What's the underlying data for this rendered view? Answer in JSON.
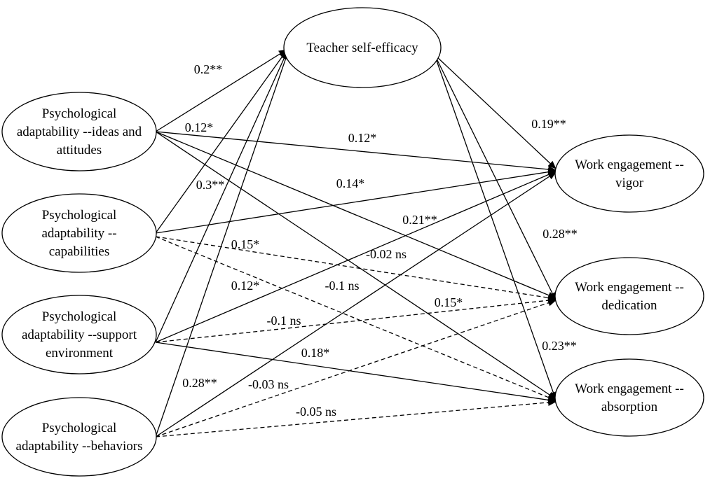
{
  "nodes": {
    "tse": {
      "lines": [
        "Teacher self-efficacy"
      ]
    },
    "pa_ia": {
      "lines": [
        "Psychological",
        "adaptability --ideas and",
        "attitudes"
      ]
    },
    "pa_cap": {
      "lines": [
        "Psychological",
        "adaptability --",
        "capabilities"
      ]
    },
    "pa_se": {
      "lines": [
        "Psychological",
        "adaptability --support",
        "environment"
      ]
    },
    "pa_beh": {
      "lines": [
        "Psychological",
        "adaptability --behaviors"
      ]
    },
    "we_v": {
      "lines": [
        "Work engagement --",
        "vigor"
      ]
    },
    "we_d": {
      "lines": [
        "Work engagement --",
        "dedication"
      ]
    },
    "we_a": {
      "lines": [
        "Work engagement --",
        "absorption"
      ]
    }
  },
  "paths": [
    {
      "id": "ia-tse",
      "from": "pa_ia",
      "to": "tse",
      "coef": "0.2**",
      "style": "solid"
    },
    {
      "id": "cap-tse",
      "from": "pa_cap",
      "to": "tse",
      "coef": "0.12*",
      "style": "solid"
    },
    {
      "id": "se-tse",
      "from": "pa_se",
      "to": "tse",
      "coef": "0.3**",
      "style": "solid"
    },
    {
      "id": "beh-tse",
      "from": "pa_beh",
      "to": "tse",
      "coef": "0.28**",
      "style": "solid"
    },
    {
      "id": "tse-v",
      "from": "tse",
      "to": "we_v",
      "coef": "0.19**",
      "style": "solid"
    },
    {
      "id": "tse-d",
      "from": "tse",
      "to": "we_d",
      "coef": "0.28**",
      "style": "solid"
    },
    {
      "id": "tse-a",
      "from": "tse",
      "to": "we_a",
      "coef": "0.23**",
      "style": "solid"
    },
    {
      "id": "ia-v",
      "from": "pa_ia",
      "to": "we_v",
      "coef": "0.12*",
      "style": "solid"
    },
    {
      "id": "ia-d",
      "from": "pa_ia",
      "to": "we_d",
      "coef": "0.21**",
      "style": "solid"
    },
    {
      "id": "ia-a",
      "from": "pa_ia",
      "to": "we_a",
      "coef": "0.15*",
      "style": "solid"
    },
    {
      "id": "cap-v",
      "from": "pa_cap",
      "to": "we_v",
      "coef": "0.14*",
      "style": "solid"
    },
    {
      "id": "cap-d",
      "from": "pa_cap",
      "to": "we_d",
      "coef": "0.15*",
      "style": "dashed"
    },
    {
      "id": "cap-a",
      "from": "pa_cap",
      "to": "we_a",
      "coef": "-0.1 ns",
      "style": "dashed"
    },
    {
      "id": "se-v",
      "from": "pa_se",
      "to": "we_v",
      "coef": "0.12*",
      "style": "solid"
    },
    {
      "id": "se-d",
      "from": "pa_se",
      "to": "we_d",
      "coef": "-0.1 ns",
      "style": "dashed"
    },
    {
      "id": "se-a",
      "from": "pa_se",
      "to": "we_a",
      "coef": "0.18*",
      "style": "solid"
    },
    {
      "id": "beh-v",
      "from": "pa_beh",
      "to": "we_v",
      "coef": "-0.02 ns",
      "style": "solid"
    },
    {
      "id": "beh-d",
      "from": "pa_beh",
      "to": "we_d",
      "coef": "-0.03 ns",
      "style": "dashed"
    },
    {
      "id": "beh-a",
      "from": "pa_beh",
      "to": "we_a",
      "coef": "-0.05 ns",
      "style": "dashed"
    }
  ]
}
